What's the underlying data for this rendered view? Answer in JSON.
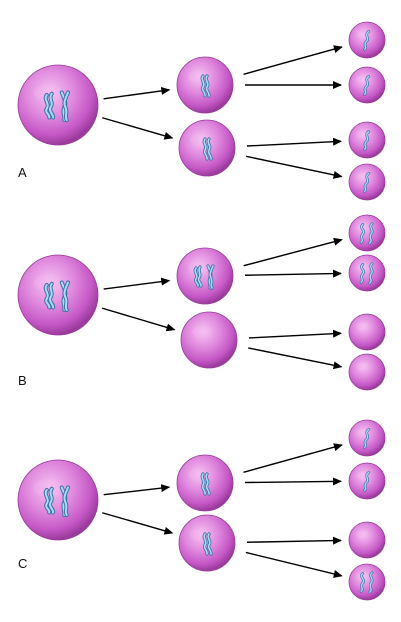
{
  "panels": [
    {
      "label": "A",
      "parent": {
        "chromosomes": "two-chromosomes"
      },
      "daughters": [
        {
          "chromosomes": "single-chromosome"
        },
        {
          "chromosomes": "single-chromosome"
        }
      ],
      "gametes": [
        {
          "chromosomes": "single-chromatid"
        },
        {
          "chromosomes": "single-chromatid"
        },
        {
          "chromosomes": "single-chromatid"
        },
        {
          "chromosomes": "single-chromatid"
        }
      ]
    },
    {
      "label": "B",
      "parent": {
        "chromosomes": "two-chromosomes"
      },
      "daughters": [
        {
          "chromosomes": "two-chromosomes"
        },
        {
          "chromosomes": "none"
        }
      ],
      "gametes": [
        {
          "chromosomes": "two-chromatids"
        },
        {
          "chromosomes": "two-chromatids"
        },
        {
          "chromosomes": "none"
        },
        {
          "chromosomes": "none"
        }
      ]
    },
    {
      "label": "C",
      "parent": {
        "chromosomes": "two-chromosomes"
      },
      "daughters": [
        {
          "chromosomes": "single-chromosome"
        },
        {
          "chromosomes": "single-chromosome"
        }
      ],
      "gametes": [
        {
          "chromosomes": "single-chromatid"
        },
        {
          "chromosomes": "single-chromatid"
        },
        {
          "chromosomes": "none"
        },
        {
          "chromosomes": "two-chromatids"
        }
      ]
    }
  ],
  "colors": {
    "cell_light": "#f4b6f0",
    "cell_mid": "#d46ad0",
    "cell_dark": "#9a3a9c",
    "chromosome_fill": "#a9dcf2",
    "chromosome_stroke": "#3f6fa8",
    "arrow": "#000000"
  }
}
